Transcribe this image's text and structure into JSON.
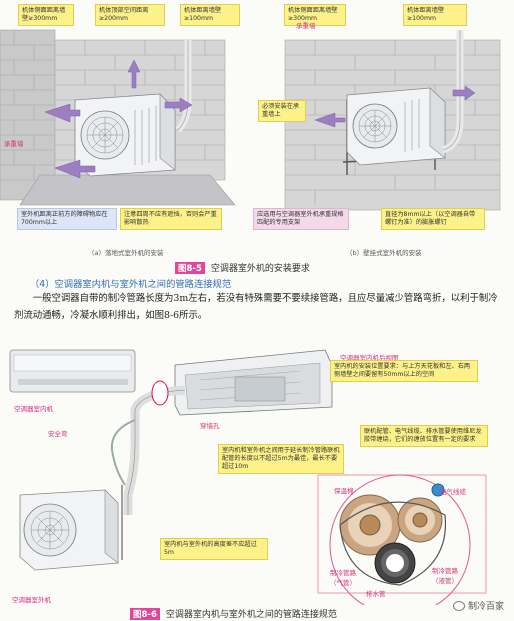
{
  "fig5": {
    "left": {
      "notes": {
        "top1": "机体侧面距离墙壁≥300mm",
        "top2": "机体顶部空间距离≥200mm",
        "top3": "机体距离墙壁≥100mm",
        "bottom1": "室外机距离正前方的障碍物应在700mm以上",
        "bottom2": "注意四周不应有遮挡，否则会严重影响散热"
      },
      "label_bearing": "承重墙",
      "caption": "（a）落地式室外机的安装"
    },
    "right": {
      "notes": {
        "top1": "机体侧面距离墙壁≥300mm",
        "top2": "机体距离墙壁≥100mm",
        "mid": "必须安装在承重墙上",
        "bottom1": "应选用与空调器室外机承重规格匹配的专用支架",
        "bottom2": "直径为8mm以上（以空调器自带螺钉为准）的膨胀螺钉"
      },
      "label_bearing": "承重墙",
      "caption": "（b）壁挂式室外机的安装"
    },
    "fig_no": "图8-5",
    "fig_title": "空调器室外机的安装要求"
  },
  "section_title": "（4）空调器室内机与室外机之间的管路连接规范",
  "paragraph": "一般空调器自带的制冷管路长度为3m左右，若没有特殊需要不要续接管路，且应尽量减少管路弯折，以利于制冷剂流动通畅，冷凝水顺利排出，如图8-6所示。",
  "fig6": {
    "labels": {
      "indoor": "空调器室内机",
      "indoor_back": "空调器室内机后视图",
      "safety_bend": "安全弯",
      "wall_hole": "穿墙孔",
      "outdoor": "空调器室外机",
      "insulation": "保温棉",
      "power_wire": "电气线缆",
      "refrig_pipe_gas": "制冷管路（气管）",
      "refrig_pipe_liquid": "制冷管路（液管）",
      "drain": "排水管"
    },
    "notes": {
      "position_req": "室内机的安装位置要求：与上方天花板和左、右两侧墙壁之间要留有50mm以上的空间",
      "bundling": "联机配管、电气线缆、排水管要使用维尼龙胶带缠绕，它们的缠放位置有一定的要求",
      "pipe_length": "室内机和室外机之间用于延长制冷管路联机配管的长度以不超过5m为最佳，最长不要超过10m",
      "height_diff": "室内机与室外机的高度差不应超过5m"
    },
    "fig_no": "图8-6",
    "fig_title": "空调器室内机与室外机之间的管路连接规范"
  },
  "watermark": "制冷百家"
}
